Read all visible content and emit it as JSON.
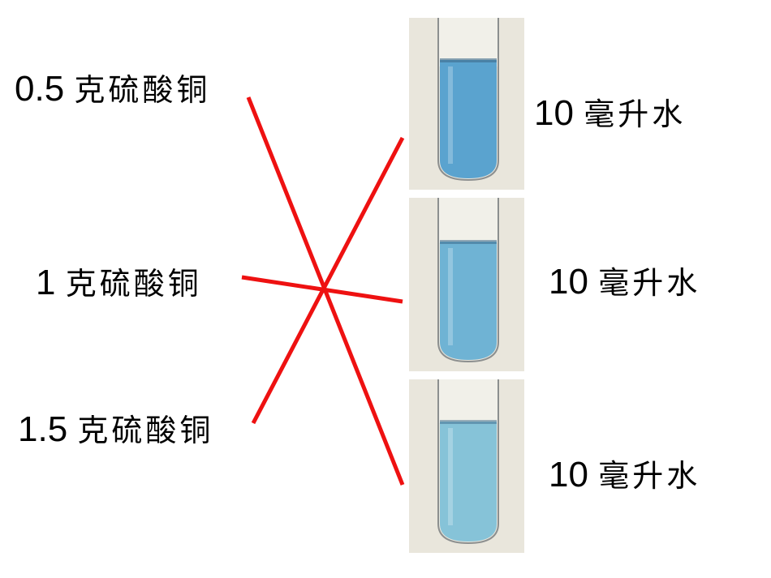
{
  "left_labels": [
    {
      "amount": "0.5",
      "unit": "克硫酸铜"
    },
    {
      "amount": "1",
      "unit": "克硫酸铜"
    },
    {
      "amount": "1.5",
      "unit": "克硫酸铜"
    }
  ],
  "right_labels": [
    {
      "amount": "10",
      "unit": "毫升水"
    },
    {
      "amount": "10",
      "unit": "毫升水"
    },
    {
      "amount": "10",
      "unit": "毫升水"
    }
  ],
  "tubes": [
    {
      "liquid_color": "#5aa3cf"
    },
    {
      "liquid_color": "#6fb3d4"
    },
    {
      "liquid_color": "#86c3d8"
    }
  ],
  "colors": {
    "connector": "#ee1111",
    "photo_bg": "#e9e6dc"
  }
}
